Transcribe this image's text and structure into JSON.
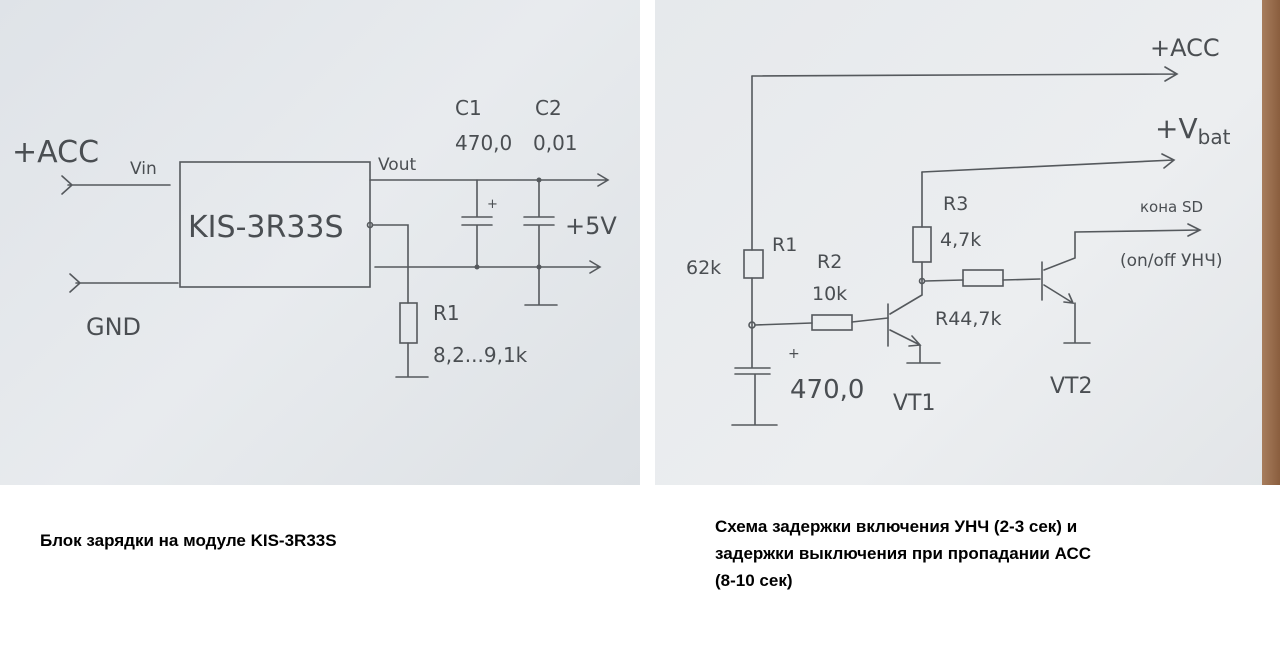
{
  "left_schematic": {
    "input_acc": "+ACC",
    "input_vin": "Vin",
    "input_gnd": "GND",
    "module": "KIS-3R33S",
    "vout": "Vout",
    "c1_name": "C1",
    "c1_value": "470,0",
    "c2_name": "C2",
    "c2_value": "0,01",
    "output": "+5V",
    "r1_name": "R1",
    "r1_value": "8,2...9,1k",
    "cap_plus": "+"
  },
  "right_schematic": {
    "acc": "+ACC",
    "vbat": "+V",
    "vbat_sub": "bat",
    "r1_name": "R1",
    "r1_value": "62k",
    "r2_name": "R2",
    "r2_value": "10k",
    "r3_name": "R3",
    "r3_value": "4,7k",
    "r4_label": "R44,7k",
    "cap_value": "470,0",
    "cap_plus": "+",
    "vt1": "VT1",
    "vt2": "VT2",
    "output_name": "кона SD",
    "output_desc": "(on/off УНЧ)"
  },
  "captions": {
    "left": "Блок зарядки на модуле KIS-3R33S",
    "right_lines": [
      "Схема задержки включения УНЧ (2-3 сек) и",
      "задержки выключения при пропадании АСС",
      "(8-10 сек)"
    ]
  }
}
